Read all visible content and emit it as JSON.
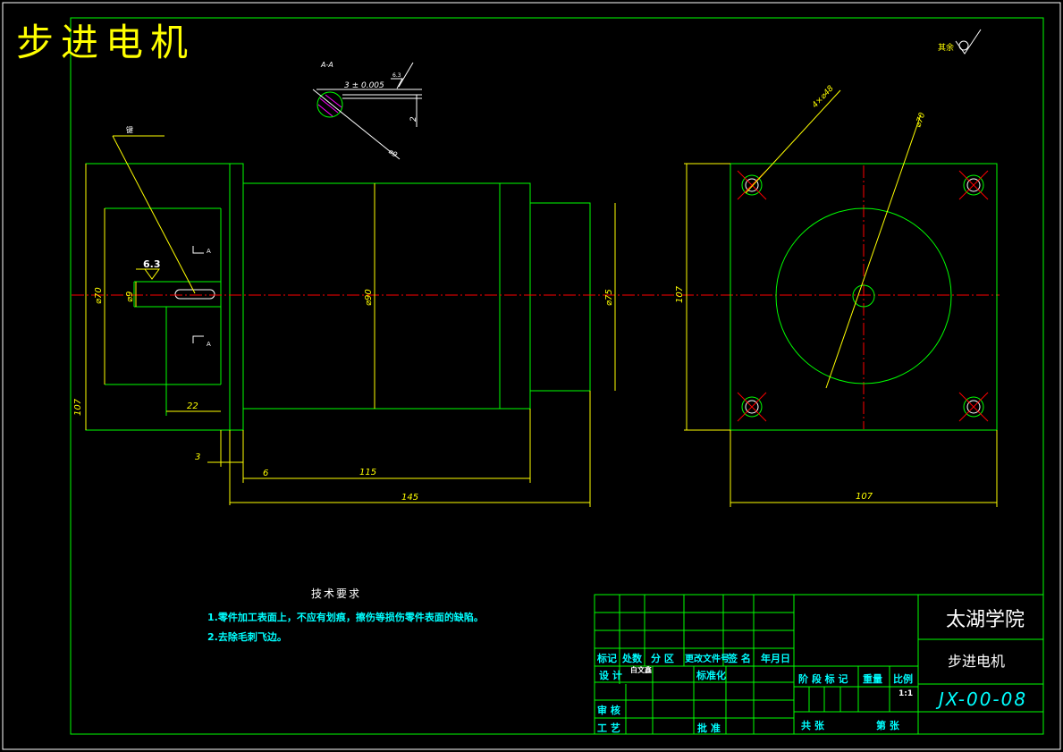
{
  "title": "步进电机",
  "roughness_note": "其余",
  "section_label": "A-A",
  "section_mark": "A",
  "dimensions": {
    "key_tolerance": "3 ± 0.005",
    "roughness_section": "6.3",
    "section_depth": "2",
    "section_dia": "⌀9",
    "leader_label": "键",
    "roughness_shaft": "6.3",
    "shaft_dia_70": "⌀70",
    "shaft_dia_9": "⌀9",
    "body_dia_90": "⌀90",
    "flange_dia_75": "⌀75",
    "left_107": "107",
    "key_len_22": "22",
    "gap_3": "3",
    "gap_6": "6",
    "len_115": "115",
    "len_145": "145",
    "holes": "4×⌀48",
    "circle_dia_70": "⌀70",
    "side_107": "107",
    "bottom_107": "107"
  },
  "tech_requirements": {
    "title": "技术要求",
    "items": [
      "1.零件加工表面上，不应有划痕，擦伤等损伤零件表面的缺陷。",
      "2.去除毛刺飞边。"
    ]
  },
  "title_block": {
    "school": "太湖学院",
    "drawing_name": "步进电机",
    "drawing_no": "JX-00-08",
    "headers": [
      "标记",
      "处数",
      "分 区",
      "更改文件号",
      "签 名",
      "年月日"
    ],
    "design_label": "设 计",
    "designer": "白文鑫",
    "standard_label": "标准化",
    "review_label": "审 核",
    "process_label": "工 艺",
    "approve_label": "批 准",
    "stage_label": "阶 段 标 记",
    "weight_label": "重量",
    "scale_label": "比例",
    "scale": "1:1",
    "total_label": "共   张",
    "sheet_label": "第   张"
  }
}
